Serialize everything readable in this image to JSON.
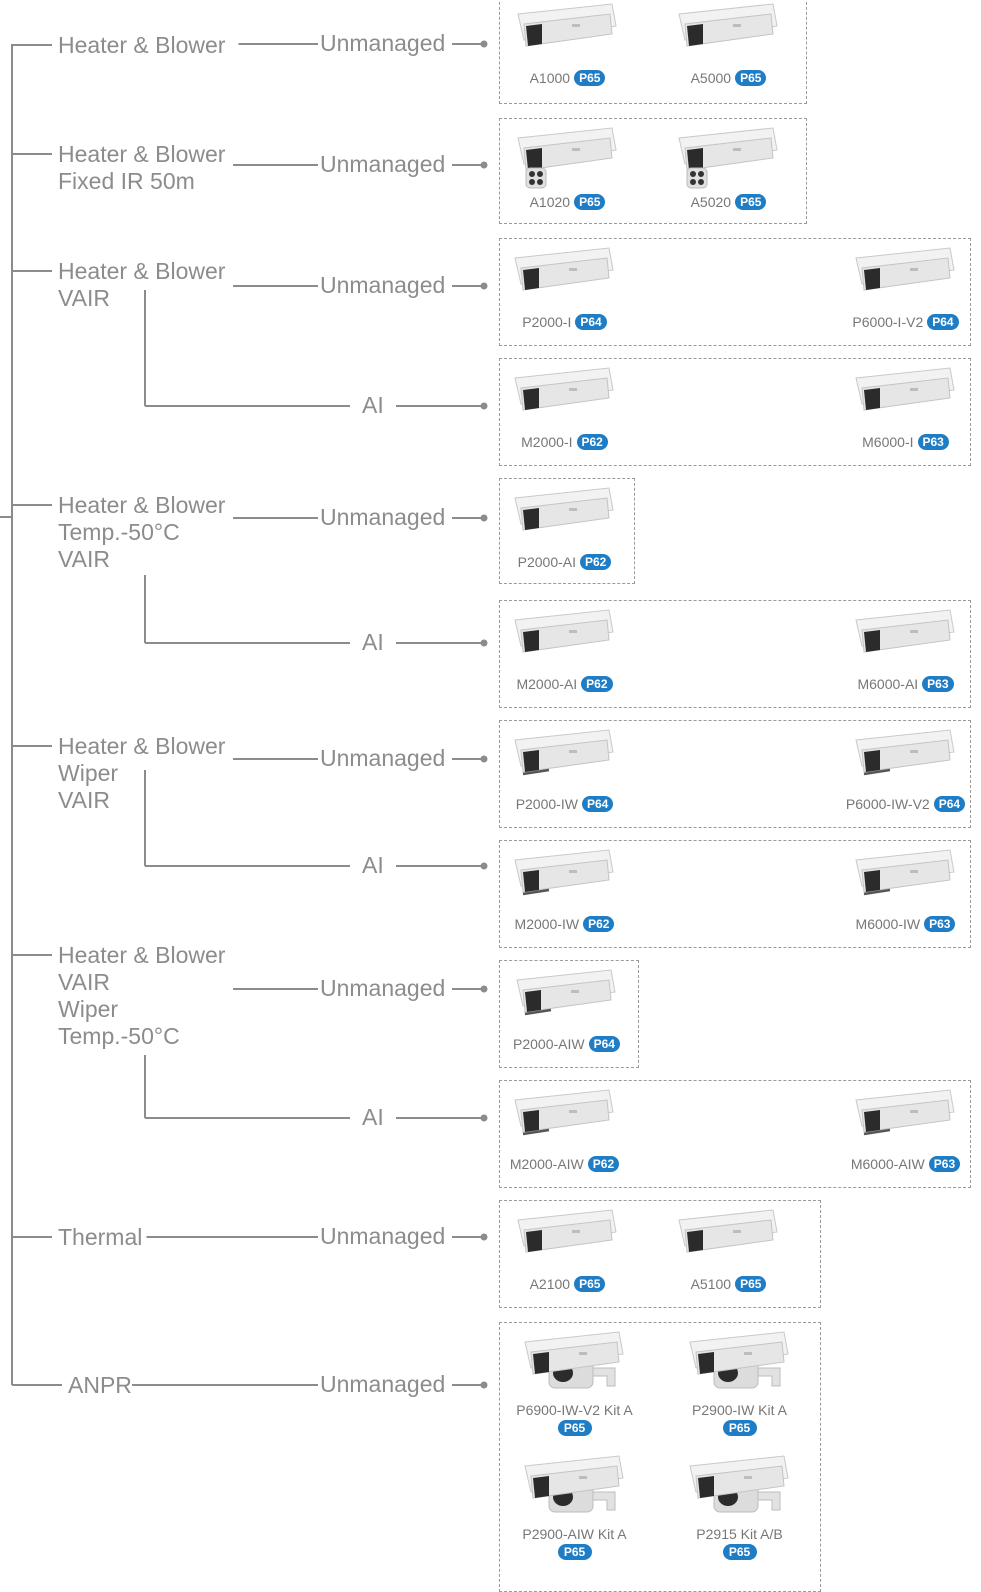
{
  "rows": [
    {
      "id": "r1",
      "features": [
        "Heater & Blower"
      ],
      "mgmt": "Unmanaged",
      "products": [
        {
          "name": "A1000",
          "page": "P65",
          "icon": "camera-housing-icon"
        },
        {
          "name": "A5000",
          "page": "P65",
          "icon": "camera-housing-icon"
        }
      ]
    },
    {
      "id": "r2",
      "features": [
        "Heater & Blower",
        "Fixed IR 50m"
      ],
      "mgmt": "Unmanaged",
      "products": [
        {
          "name": "A1020",
          "page": "P65",
          "icon": "camera-housing-ir-icon"
        },
        {
          "name": "A5020",
          "page": "P65",
          "icon": "camera-housing-ir-icon"
        }
      ]
    },
    {
      "id": "r3",
      "features": [
        "Heater & Blower",
        "VAIR"
      ],
      "mgmt": "Unmanaged",
      "ai_mgmt": "AI",
      "products": [
        {
          "name": "P2000-I",
          "page": "P64",
          "icon": "camera-housing-icon"
        },
        {
          "name": "P6000-I-V2",
          "page": "P64",
          "icon": "camera-housing-icon"
        }
      ],
      "ai_products": [
        {
          "name": "M2000-I",
          "page": "P62",
          "icon": "camera-housing-icon"
        },
        {
          "name": "M6000-I",
          "page": "P63",
          "icon": "camera-housing-icon"
        }
      ]
    },
    {
      "id": "r4",
      "features": [
        "Heater & Blower",
        "Temp.-50°C",
        "VAIR"
      ],
      "mgmt": "Unmanaged",
      "ai_mgmt": "AI",
      "products": [
        {
          "name": "P2000-AI",
          "page": "P62",
          "icon": "camera-housing-icon"
        }
      ],
      "ai_products": [
        {
          "name": "M2000-AI",
          "page": "P62",
          "icon": "camera-housing-icon"
        },
        {
          "name": "M6000-AI",
          "page": "P63",
          "icon": "camera-housing-icon"
        }
      ]
    },
    {
      "id": "r5",
      "features": [
        "Heater & Blower",
        "Wiper",
        "VAIR"
      ],
      "mgmt": "Unmanaged",
      "ai_mgmt": "AI",
      "products": [
        {
          "name": "P2000-IW",
          "page": "P64",
          "icon": "camera-housing-wiper-icon"
        },
        {
          "name": "P6000-IW-V2",
          "page": "P64",
          "icon": "camera-housing-wiper-icon"
        }
      ],
      "ai_products": [
        {
          "name": "M2000-IW",
          "page": "P62",
          "icon": "camera-housing-wiper-icon"
        },
        {
          "name": "M6000-IW",
          "page": "P63",
          "icon": "camera-housing-wiper-icon"
        }
      ]
    },
    {
      "id": "r6",
      "features": [
        "Heater & Blower",
        "VAIR",
        "Wiper",
        "Temp.-50°C"
      ],
      "mgmt": "Unmanaged",
      "ai_mgmt": "AI",
      "products": [
        {
          "name": "P2000-AIW",
          "page": "P64",
          "icon": "camera-housing-wiper-icon"
        }
      ],
      "ai_products": [
        {
          "name": "M2000-AIW",
          "page": "P62",
          "icon": "camera-housing-wiper-icon"
        },
        {
          "name": "M6000-AIW",
          "page": "P63",
          "icon": "camera-housing-wiper-icon"
        }
      ]
    },
    {
      "id": "r7",
      "features": [
        "Thermal"
      ],
      "mgmt": "Unmanaged",
      "products": [
        {
          "name": "A2100",
          "page": "P65",
          "icon": "thermal-camera-housing-icon"
        },
        {
          "name": "A5100",
          "page": "P65",
          "icon": "thermal-camera-housing-icon"
        }
      ]
    },
    {
      "id": "r8",
      "features": [
        "ANPR"
      ],
      "mgmt": "Unmanaged",
      "products": [
        {
          "name": "P6900-IW-V2 Kit A",
          "page": "P65",
          "icon": "anpr-camera-kit-icon"
        },
        {
          "name": "P2900-IW Kit A",
          "page": "P65",
          "icon": "anpr-camera-kit-icon"
        },
        {
          "name": "P2900-AIW Kit A",
          "page": "P65",
          "icon": "anpr-camera-kit-icon"
        },
        {
          "name": "P2915 Kit A/B",
          "page": "P65",
          "icon": "anpr-camera-kit-icon"
        }
      ]
    }
  ],
  "colors": {
    "line": "#8c8c8c",
    "text": "#8c8c8c",
    "badge": "#1f7dc6",
    "housing": "#e6e6e6",
    "dark": "#2b2b2b"
  }
}
